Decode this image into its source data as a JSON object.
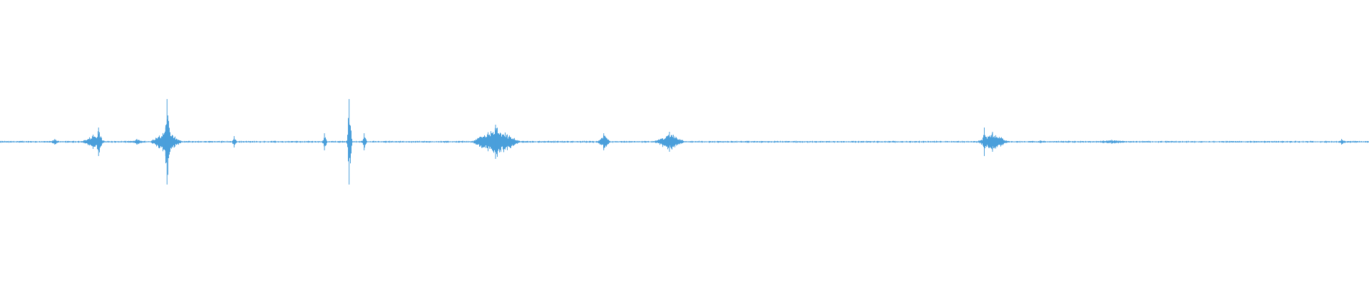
{
  "colors": {
    "background": "#ffffff",
    "waveform": "#4a9fdb"
  },
  "chart_data": {
    "type": "line",
    "title": "",
    "xlabel": "",
    "ylabel": "",
    "xlim": [
      0,
      1
    ],
    "ylim": [
      -1,
      1
    ],
    "grid": false,
    "legend": "none",
    "baseline_amplitude": 0.006,
    "series": [
      {
        "kind": "audio-waveform",
        "events": [
          {
            "t": 0.04,
            "amp": 0.02,
            "dur": 0.004
          },
          {
            "t": 0.072,
            "amp": 0.1,
            "dur": 0.003
          },
          {
            "t": 0.068,
            "amp": 0.05,
            "dur": 0.01
          },
          {
            "t": 0.1,
            "amp": 0.02,
            "dur": 0.006
          },
          {
            "t": 0.122,
            "amp": 0.3,
            "dur": 0.003
          },
          {
            "t": 0.121,
            "amp": 0.1,
            "dur": 0.012
          },
          {
            "t": 0.171,
            "amp": 0.04,
            "dur": 0.002
          },
          {
            "t": 0.237,
            "amp": 0.06,
            "dur": 0.002
          },
          {
            "t": 0.255,
            "amp": 0.3,
            "dur": 0.002
          },
          {
            "t": 0.266,
            "amp": 0.06,
            "dur": 0.002
          },
          {
            "t": 0.362,
            "amp": 0.12,
            "dur": 0.018
          },
          {
            "t": 0.441,
            "amp": 0.06,
            "dur": 0.005
          },
          {
            "t": 0.489,
            "amp": 0.07,
            "dur": 0.012
          },
          {
            "t": 0.719,
            "amp": 0.1,
            "dur": 0.002
          },
          {
            "t": 0.725,
            "amp": 0.07,
            "dur": 0.012
          },
          {
            "t": 0.76,
            "amp": 0.01,
            "dur": 0.005
          },
          {
            "t": 0.812,
            "amp": 0.015,
            "dur": 0.016
          },
          {
            "t": 0.98,
            "amp": 0.02,
            "dur": 0.004
          }
        ]
      }
    ]
  }
}
